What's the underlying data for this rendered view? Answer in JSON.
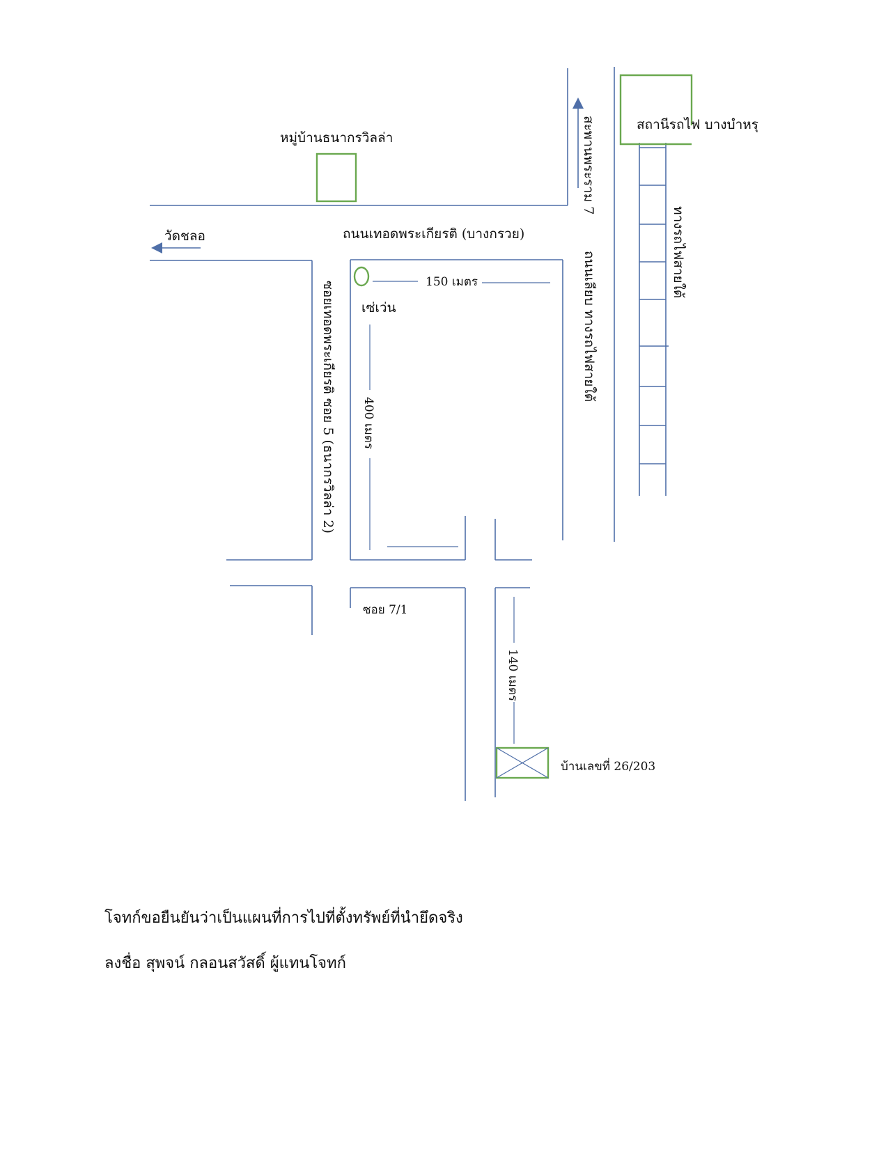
{
  "map": {
    "labels": {
      "village": "หมู่บ้านธนากรวิลล่า",
      "station": "สถานีรถไฟ บางบำหรุ",
      "bridge": "สะพานพระราม 7",
      "railway": "ทางรถไฟสายใต้",
      "wat": "วัดชลอ",
      "main_road": "ถนนเทอดพระเกียรติ (บางกรวย)",
      "rail_road": "ถนนเลียบ ทางรถไฟสายใต้",
      "soi5": "ซอยเทอดพระเกียรติ ซอย 5 (ธนากรวิลล่า 2)",
      "seven_eleven": "เซ่เว่น",
      "dist_150": "150 เมตร",
      "dist_400": "400 เมตร",
      "soi71": "ซอย 7/1",
      "dist_140": "140 เมตร",
      "house": "บ้านเลขที่ 26/203"
    },
    "colors": {
      "road": "#4f6fa8",
      "landmark": "#6aa84f"
    }
  },
  "statement": {
    "line1": "โจทก์ขอยืนยันว่าเป็นแผนที่การไปที่ตั้งทรัพย์ที่นำยึดจริง",
    "line2": "ลงชื่อ  สุพจน์  กลอนสวัสดิ์  ผู้แทนโจทก์"
  }
}
